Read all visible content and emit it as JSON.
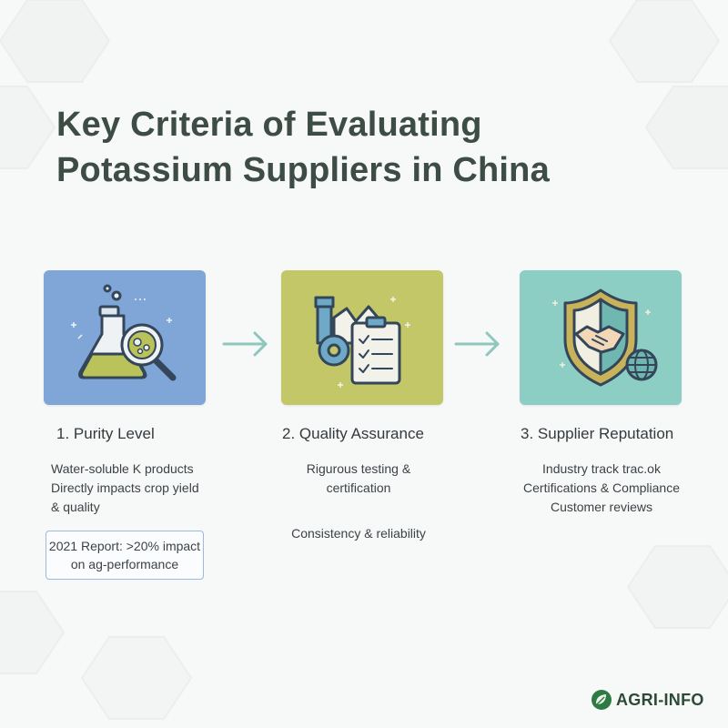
{
  "title": {
    "line1": "Key Criteria of Evaluating",
    "line2": "Potassium Suppliers in China"
  },
  "steps": [
    {
      "heading": "1. Purity Level",
      "icon": "lab-flask-magnifier-icon",
      "color": "#7fa6d6",
      "lines": [
        "Water-soluble K products",
        "Directly impacts crop yield",
        "& quality"
      ],
      "note_lines": [
        "2021 Report: >20% impact",
        "on ag-performance"
      ]
    },
    {
      "heading": "2. Quality Assurance",
      "icon": "factory-gear-clipboard-icon",
      "color": "#c3c767",
      "lines": [
        "Rigurous testing &",
        "certification"
      ],
      "extra": "Consistency & reliability"
    },
    {
      "heading": "3. Supplier Reputation",
      "icon": "shield-handshake-globe-icon",
      "color": "#8ccdc4",
      "lines": [
        "Industry track trac.ok",
        "Certifications & Compliance",
        "Customer reviews"
      ]
    }
  ],
  "arrow_color": "#8fc6bd",
  "logo": {
    "text": "AGRI-INFO",
    "icon": "leaf-icon"
  }
}
